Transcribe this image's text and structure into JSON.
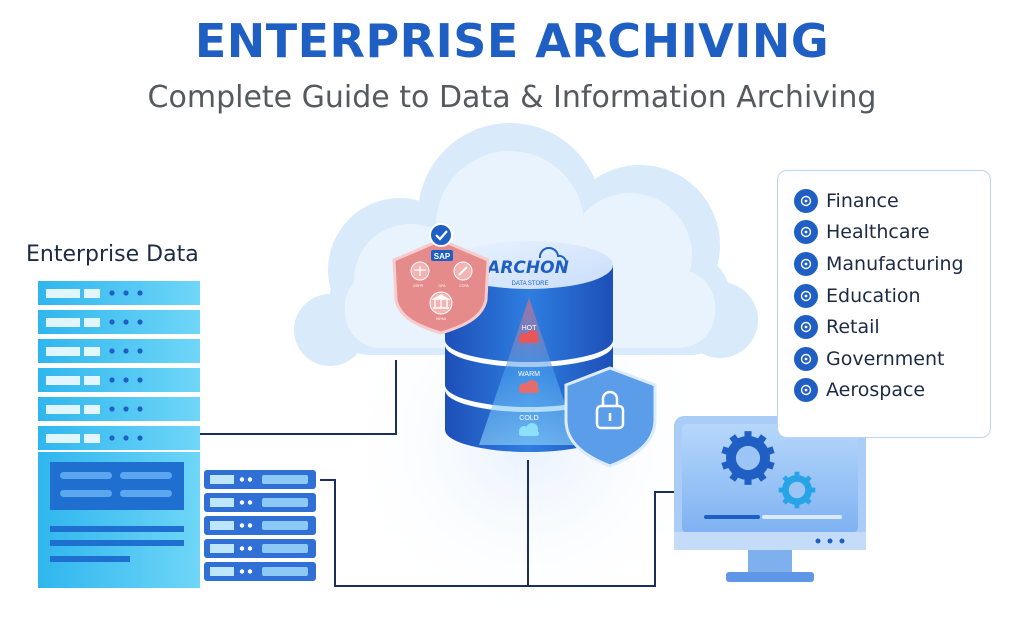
{
  "header": {
    "title": "ENTERPRISE ARCHIVING",
    "subtitle": "Complete Guide to Data & Information Archiving"
  },
  "enterprise": {
    "label": "Enterprise Data"
  },
  "database": {
    "brand": "ARCHON",
    "brand_sub": "DATA STORE",
    "tiers": [
      "HOT",
      "WARM",
      "COLD"
    ]
  },
  "compliance_badge": {
    "sap_label": "SAP",
    "captions": [
      "GDPR",
      "DPA",
      "CCPA",
      "HIPAA"
    ]
  },
  "industries": [
    {
      "label": "Finance",
      "icon": "money-bag-icon"
    },
    {
      "label": "Healthcare",
      "icon": "medical-cross-icon"
    },
    {
      "label": "Manufacturing",
      "icon": "worker-icon"
    },
    {
      "label": "Education",
      "icon": "board-icon"
    },
    {
      "label": "Retail",
      "icon": "store-icon"
    },
    {
      "label": "Government",
      "icon": "people-icon"
    },
    {
      "label": "Aerospace",
      "icon": "airplane-icon"
    }
  ],
  "colors": {
    "primary": "#1f5fc4",
    "server_cyan": "#3ec3f0",
    "cloud": "#dcecfc",
    "shield_pink": "#e58b8b"
  }
}
